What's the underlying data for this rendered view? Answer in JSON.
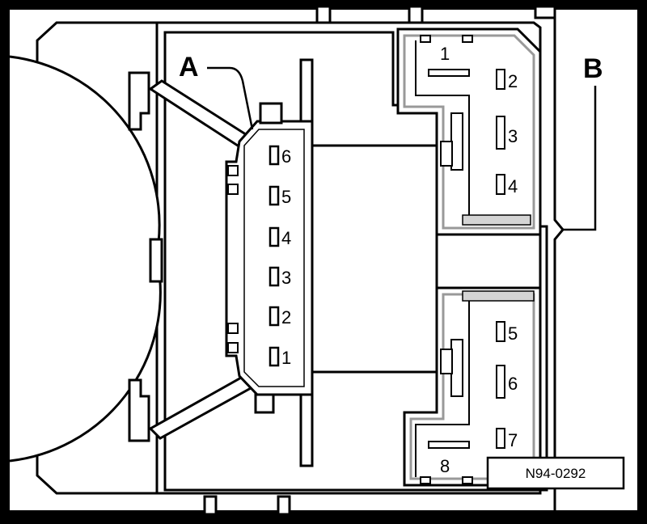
{
  "labels": {
    "a": "A",
    "b": "B"
  },
  "connector_a": {
    "pins": [
      "6",
      "5",
      "4",
      "3",
      "2",
      "1"
    ]
  },
  "connector_b": {
    "upper_pins": [
      "1",
      "2",
      "3",
      "4"
    ],
    "lower_pins": [
      "5",
      "6",
      "7",
      "8"
    ]
  },
  "figure_code": "N94-0292",
  "colors": {
    "background": "#000000",
    "paper": "#ffffff",
    "line": "#000000",
    "housing_shade": "#d4d4d4"
  }
}
